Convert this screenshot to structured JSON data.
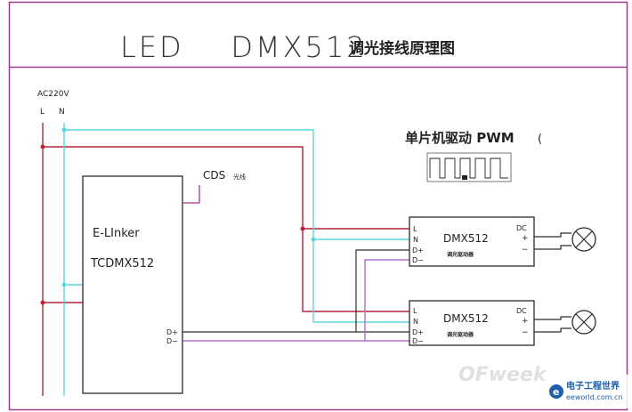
{
  "title": {
    "main": "LED    DMX512",
    "sub": "调光接线原理图"
  },
  "power": {
    "label": "AC220V",
    "live": "L",
    "neutral": "N"
  },
  "controller": {
    "brand": "E-LInker",
    "model": "TCDMX512",
    "d_plus": "D+",
    "d_minus": "D−"
  },
  "sensor": {
    "label": "CDS",
    "sub": "光线"
  },
  "mcu": {
    "title": "单片机驱动 PWM",
    "tail": "("
  },
  "drivers": [
    {
      "model": "DMX512",
      "sub": "调光驱动器",
      "pins": [
        "L",
        "N",
        "D+",
        "D−"
      ],
      "dc": "DC",
      "plus": "+",
      "minus": "−"
    },
    {
      "model": "DMX512",
      "sub": "调光驱动器",
      "pins": [
        "L",
        "N",
        "D+",
        "D−"
      ],
      "dc": "DC",
      "plus": "+",
      "minus": "−"
    }
  ],
  "watermark": {
    "brand": "OFweek",
    "site": "电子工程世界",
    "url": "eeworld.com.cn"
  },
  "colors": {
    "frame": "#9b3b8e",
    "live": "#b8253a",
    "neutral": "#5fd3e0",
    "dplus": "#2b2b2b",
    "dminus": "#b070c8",
    "box": "#2b2b2b"
  }
}
